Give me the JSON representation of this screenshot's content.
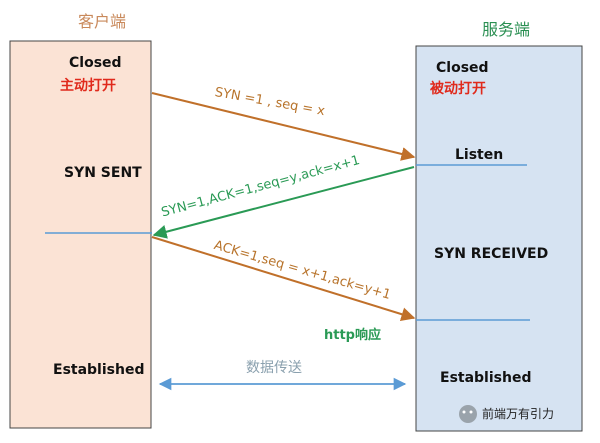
{
  "client": {
    "title": "客户端",
    "closed": "Closed",
    "active_open": "主动打开",
    "syn_sent": "SYN SENT",
    "established": "Established"
  },
  "server": {
    "title": "服务端",
    "closed": "Closed",
    "passive_open": "被动打开",
    "listen": "Listen",
    "syn_received": "SYN RECEIVED",
    "established": "Established"
  },
  "messages": {
    "syn": "SYN =1 ,   seq = x",
    "syn_ack": "SYN=1,ACK=1,seq=y,ack=x+1",
    "ack": "ACK=1,seq = x+1,ack=y+1",
    "http_response": "http响应",
    "data_transfer": "数据传送"
  },
  "watermark": "前端万有引力",
  "colors": {
    "client_fill": "#fbe3d5",
    "server_fill": "#d6e3f2",
    "orange_arrow": "#c0702a",
    "green_arrow": "#2a9a55",
    "state_line": "#5b9bd5",
    "transfer_arrow": "#5b9bd5",
    "red_text": "#e02a1c"
  }
}
